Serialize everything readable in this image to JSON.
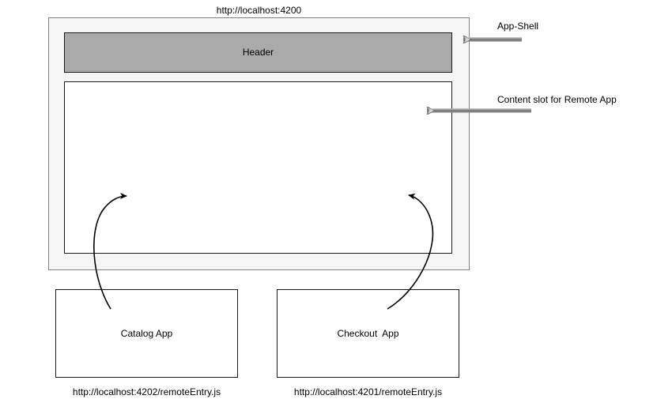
{
  "diagram": {
    "title_url": "http://localhost:4200",
    "app_shell": {
      "header_label": "Header",
      "content_slot_label": ""
    },
    "annotations": [
      {
        "name": "app-shell",
        "label": "App-Shell"
      },
      {
        "name": "content-slot",
        "label": "Content slot for Remote App"
      }
    ],
    "remotes": [
      {
        "name": "catalog",
        "label": "Catalog App",
        "url": "http://localhost:4202/remoteEntry.js"
      },
      {
        "name": "checkout",
        "label": "Checkout  App",
        "url": "http://localhost:4201/remoteEntry.js"
      }
    ],
    "colors": {
      "shell_fill": "#f5f5f5",
      "shell_stroke": "#808080",
      "header_fill": "#aaaaaa",
      "box_stroke": "#1a1a1a",
      "box_fill": "#ffffff",
      "arrow_stroke": "#707070",
      "curve_stroke": "#000000",
      "text": "#000000"
    }
  }
}
